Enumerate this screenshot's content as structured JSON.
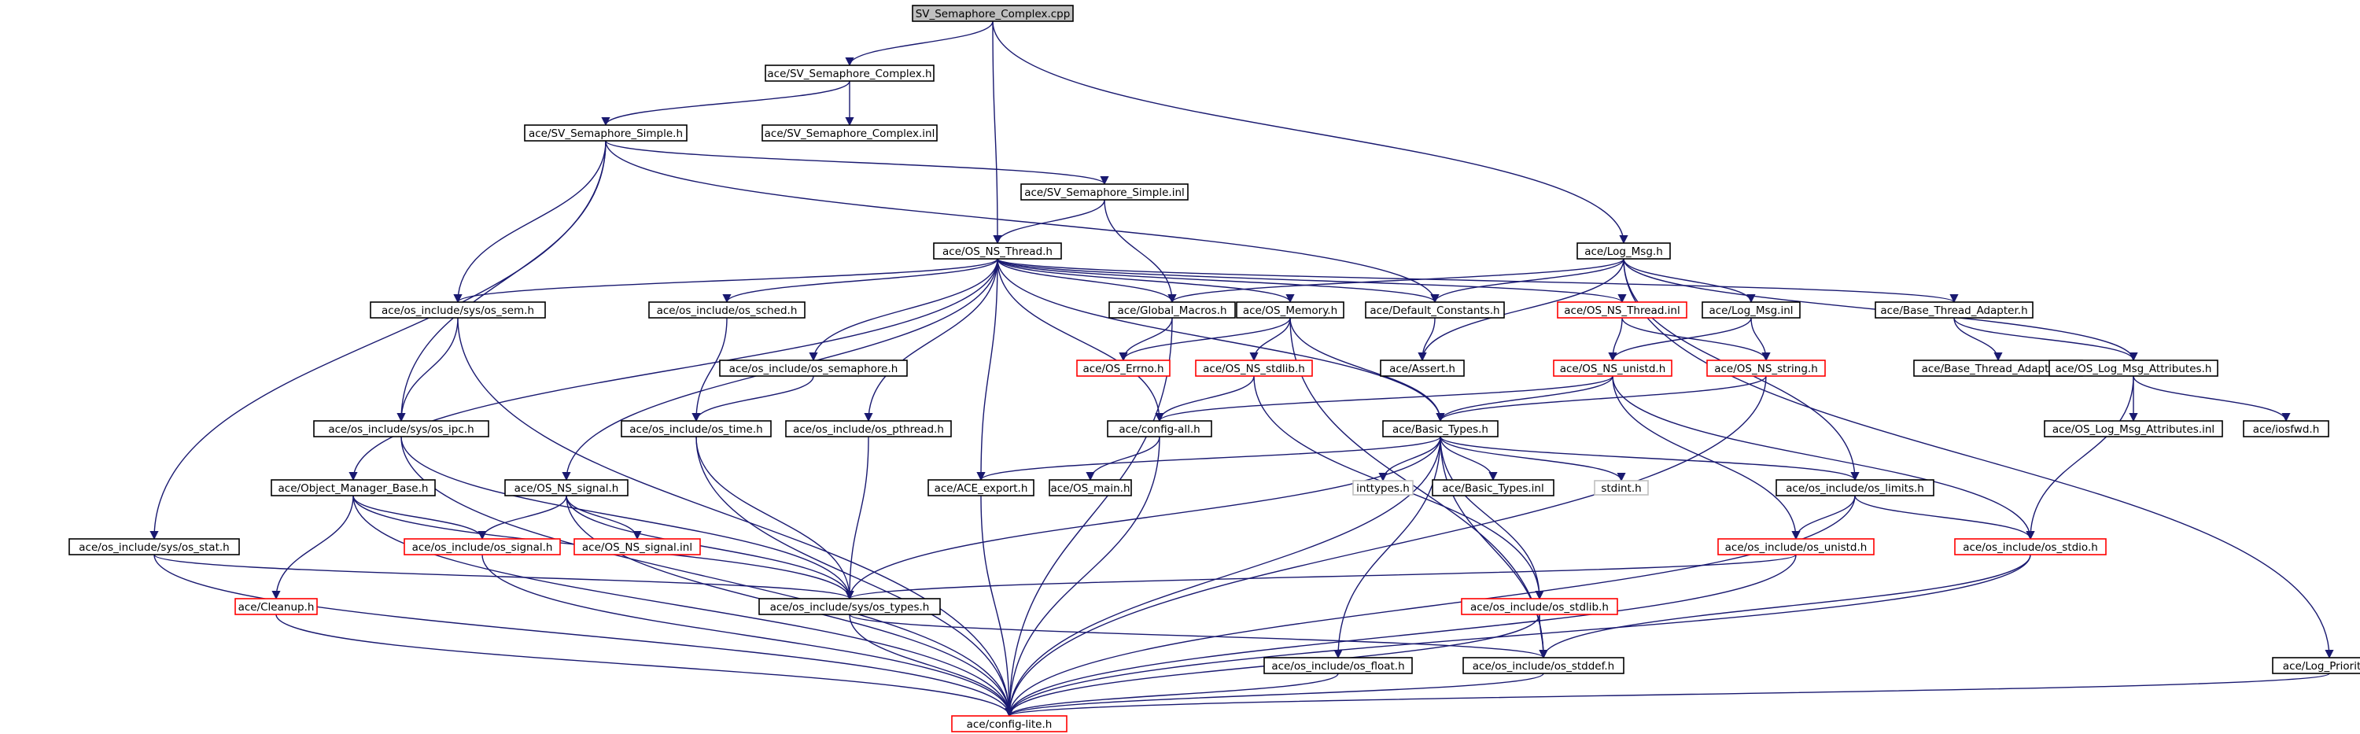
{
  "title": "SV_Semaphore_Complex.cpp",
  "colors": {
    "edge": "#191970",
    "normal_border": "#000000",
    "truncated_border": "#ff0000",
    "external_border": "#bfbfbf",
    "root_fill": "#bfbfbf",
    "node_fill": "#ffffff"
  },
  "nodes": [
    {
      "id": "root",
      "label": "SV_Semaphore_Complex.cpp",
      "kind": "root"
    },
    {
      "id": "svc_h",
      "label": "ace/SV_Semaphore_Complex.h",
      "kind": "normal"
    },
    {
      "id": "svc_inl",
      "label": "ace/SV_Semaphore_Complex.inl",
      "kind": "normal"
    },
    {
      "id": "svs_h",
      "label": "ace/SV_Semaphore_Simple.h",
      "kind": "normal"
    },
    {
      "id": "svs_inl",
      "label": "ace/SV_Semaphore_Simple.inl",
      "kind": "normal"
    },
    {
      "id": "osnsthread_h",
      "label": "ace/OS_NS_Thread.h",
      "kind": "normal"
    },
    {
      "id": "logmsg_h",
      "label": "ace/Log_Msg.h",
      "kind": "normal"
    },
    {
      "id": "os_sem",
      "label": "ace/os_include/sys/os_sem.h",
      "kind": "normal"
    },
    {
      "id": "os_sched",
      "label": "ace/os_include/os_sched.h",
      "kind": "normal"
    },
    {
      "id": "global_macros",
      "label": "ace/Global_Macros.h",
      "kind": "normal"
    },
    {
      "id": "os_memory",
      "label": "ace/OS_Memory.h",
      "kind": "normal"
    },
    {
      "id": "default_constants",
      "label": "ace/Default_Constants.h",
      "kind": "normal"
    },
    {
      "id": "osnsthread_inl",
      "label": "ace/OS_NS_Thread.inl",
      "kind": "truncated"
    },
    {
      "id": "logmsg_inl",
      "label": "ace/Log_Msg.inl",
      "kind": "normal"
    },
    {
      "id": "base_thread_adapter",
      "label": "ace/Base_Thread_Adapter.h",
      "kind": "normal"
    },
    {
      "id": "os_semaphore",
      "label": "ace/os_include/os_semaphore.h",
      "kind": "normal"
    },
    {
      "id": "os_errno",
      "label": "ace/OS_Errno.h",
      "kind": "truncated"
    },
    {
      "id": "os_ns_stdlib",
      "label": "ace/OS_NS_stdlib.h",
      "kind": "truncated"
    },
    {
      "id": "assert_h",
      "label": "ace/Assert.h",
      "kind": "normal"
    },
    {
      "id": "os_ns_unistd",
      "label": "ace/OS_NS_unistd.h",
      "kind": "truncated"
    },
    {
      "id": "os_ns_string",
      "label": "ace/OS_NS_string.h",
      "kind": "truncated"
    },
    {
      "id": "base_thread_adapter_inl",
      "label": "ace/Base_Thread_Adapter.inl",
      "kind": "normal"
    },
    {
      "id": "os_log_msg_attr",
      "label": "ace/OS_Log_Msg_Attributes.h",
      "kind": "normal"
    },
    {
      "id": "os_ipc",
      "label": "ace/os_include/sys/os_ipc.h",
      "kind": "normal"
    },
    {
      "id": "os_time",
      "label": "ace/os_include/os_time.h",
      "kind": "normal"
    },
    {
      "id": "os_pthread",
      "label": "ace/os_include/os_pthread.h",
      "kind": "normal"
    },
    {
      "id": "config_all",
      "label": "ace/config-all.h",
      "kind": "normal"
    },
    {
      "id": "basic_types",
      "label": "ace/Basic_Types.h",
      "kind": "normal"
    },
    {
      "id": "os_log_msg_attr_inl",
      "label": "ace/OS_Log_Msg_Attributes.inl",
      "kind": "normal"
    },
    {
      "id": "iosfwd",
      "label": "ace/iosfwd.h",
      "kind": "normal"
    },
    {
      "id": "object_manager_base",
      "label": "ace/Object_Manager_Base.h",
      "kind": "normal"
    },
    {
      "id": "os_ns_signal",
      "label": "ace/OS_NS_signal.h",
      "kind": "normal"
    },
    {
      "id": "ace_export",
      "label": "ace/ACE_export.h",
      "kind": "normal"
    },
    {
      "id": "os_main",
      "label": "ace/OS_main.h",
      "kind": "normal"
    },
    {
      "id": "inttypes",
      "label": "inttypes.h",
      "kind": "external"
    },
    {
      "id": "basic_types_inl",
      "label": "ace/Basic_Types.inl",
      "kind": "normal"
    },
    {
      "id": "stdint",
      "label": "stdint.h",
      "kind": "external"
    },
    {
      "id": "os_limits",
      "label": "ace/os_include/os_limits.h",
      "kind": "normal"
    },
    {
      "id": "os_stat",
      "label": "ace/os_include/sys/os_stat.h",
      "kind": "normal"
    },
    {
      "id": "os_signal",
      "label": "ace/os_include/os_signal.h",
      "kind": "truncated"
    },
    {
      "id": "os_ns_signal_inl",
      "label": "ace/OS_NS_signal.inl",
      "kind": "truncated"
    },
    {
      "id": "os_unistd",
      "label": "ace/os_include/os_unistd.h",
      "kind": "truncated"
    },
    {
      "id": "os_stdio",
      "label": "ace/os_include/os_stdio.h",
      "kind": "truncated"
    },
    {
      "id": "cleanup",
      "label": "ace/Cleanup.h",
      "kind": "truncated"
    },
    {
      "id": "os_types",
      "label": "ace/os_include/sys/os_types.h",
      "kind": "normal"
    },
    {
      "id": "os_stdlib",
      "label": "ace/os_include/os_stdlib.h",
      "kind": "truncated"
    },
    {
      "id": "os_float",
      "label": "ace/os_include/os_float.h",
      "kind": "normal"
    },
    {
      "id": "os_stddef",
      "label": "ace/os_include/os_stddef.h",
      "kind": "normal"
    },
    {
      "id": "log_priority",
      "label": "ace/Log_Priority.h",
      "kind": "normal"
    },
    {
      "id": "config_lite",
      "label": "ace/config-lite.h",
      "kind": "truncated"
    }
  ],
  "edges": [
    [
      "root",
      "svc_h"
    ],
    [
      "root",
      "osnsthread_h"
    ],
    [
      "root",
      "logmsg_h"
    ],
    [
      "svc_h",
      "svs_h"
    ],
    [
      "svc_h",
      "svc_inl"
    ],
    [
      "svs_h",
      "svs_inl"
    ],
    [
      "svs_h",
      "os_sem"
    ],
    [
      "svs_h",
      "os_ipc"
    ],
    [
      "svs_h",
      "os_stat"
    ],
    [
      "svs_h",
      "default_constants"
    ],
    [
      "svs_inl",
      "osnsthread_h"
    ],
    [
      "svs_inl",
      "global_macros"
    ],
    [
      "osnsthread_h",
      "os_sem"
    ],
    [
      "osnsthread_h",
      "os_sched"
    ],
    [
      "osnsthread_h",
      "global_macros"
    ],
    [
      "osnsthread_h",
      "os_memory"
    ],
    [
      "osnsthread_h",
      "default_constants"
    ],
    [
      "osnsthread_h",
      "osnsthread_inl"
    ],
    [
      "osnsthread_h",
      "base_thread_adapter"
    ],
    [
      "osnsthread_h",
      "os_semaphore"
    ],
    [
      "osnsthread_h",
      "os_pthread"
    ],
    [
      "osnsthread_h",
      "config_all"
    ],
    [
      "osnsthread_h",
      "basic_types"
    ],
    [
      "osnsthread_h",
      "object_manager_base"
    ],
    [
      "osnsthread_h",
      "os_ns_signal"
    ],
    [
      "osnsthread_h",
      "ace_export"
    ],
    [
      "logmsg_h",
      "global_macros"
    ],
    [
      "logmsg_h",
      "default_constants"
    ],
    [
      "logmsg_h",
      "logmsg_inl"
    ],
    [
      "logmsg_h",
      "assert_h"
    ],
    [
      "logmsg_h",
      "os_log_msg_attr"
    ],
    [
      "logmsg_h",
      "os_limits"
    ],
    [
      "logmsg_h",
      "log_priority"
    ],
    [
      "os_sem",
      "os_ipc"
    ],
    [
      "os_sem",
      "config_lite"
    ],
    [
      "os_sched",
      "os_time"
    ],
    [
      "global_macros",
      "os_errno"
    ],
    [
      "global_macros",
      "config_lite"
    ],
    [
      "os_memory",
      "os_errno"
    ],
    [
      "os_memory",
      "os_ns_stdlib"
    ],
    [
      "os_memory",
      "basic_types"
    ],
    [
      "os_memory",
      "os_stddef"
    ],
    [
      "default_constants",
      "assert_h"
    ],
    [
      "osnsthread_inl",
      "os_ns_unistd"
    ],
    [
      "osnsthread_inl",
      "os_ns_string"
    ],
    [
      "logmsg_inl",
      "os_ns_unistd"
    ],
    [
      "logmsg_inl",
      "os_ns_string"
    ],
    [
      "base_thread_adapter",
      "base_thread_adapter_inl"
    ],
    [
      "base_thread_adapter",
      "os_log_msg_attr"
    ],
    [
      "os_semaphore",
      "os_time"
    ],
    [
      "os_ns_stdlib",
      "config_all"
    ],
    [
      "os_ns_stdlib",
      "os_stdlib"
    ],
    [
      "os_ns_unistd",
      "config_all"
    ],
    [
      "os_ns_unistd",
      "basic_types"
    ],
    [
      "os_ns_unistd",
      "os_unistd"
    ],
    [
      "os_ns_unistd",
      "os_stdio"
    ],
    [
      "os_ns_string",
      "basic_types"
    ],
    [
      "os_ns_string",
      "config_lite"
    ],
    [
      "os_log_msg_attr",
      "os_log_msg_attr_inl"
    ],
    [
      "os_log_msg_attr",
      "iosfwd"
    ],
    [
      "os_log_msg_attr",
      "os_stdio"
    ],
    [
      "os_ipc",
      "os_types"
    ],
    [
      "os_ipc",
      "config_lite"
    ],
    [
      "os_time",
      "os_types"
    ],
    [
      "os_time",
      "config_lite"
    ],
    [
      "os_pthread",
      "os_types"
    ],
    [
      "config_all",
      "os_main"
    ],
    [
      "config_all",
      "config_lite"
    ],
    [
      "basic_types",
      "ace_export"
    ],
    [
      "basic_types",
      "inttypes"
    ],
    [
      "basic_types",
      "basic_types_inl"
    ],
    [
      "basic_types",
      "stdint"
    ],
    [
      "basic_types",
      "os_limits"
    ],
    [
      "basic_types",
      "os_types"
    ],
    [
      "basic_types",
      "os_float"
    ],
    [
      "basic_types",
      "os_stdlib"
    ],
    [
      "basic_types",
      "os_stddef"
    ],
    [
      "basic_types",
      "config_lite"
    ],
    [
      "object_manager_base",
      "os_signal"
    ],
    [
      "object_manager_base",
      "cleanup"
    ],
    [
      "object_manager_base",
      "os_types"
    ],
    [
      "object_manager_base",
      "config_lite"
    ],
    [
      "os_ns_signal",
      "os_signal"
    ],
    [
      "os_ns_signal",
      "os_ns_signal_inl"
    ],
    [
      "os_ns_signal",
      "os_types"
    ],
    [
      "os_ns_signal",
      "config_lite"
    ],
    [
      "ace_export",
      "config_lite"
    ],
    [
      "os_limits",
      "os_unistd"
    ],
    [
      "os_limits",
      "os_stdio"
    ],
    [
      "os_limits",
      "config_lite"
    ],
    [
      "os_stat",
      "os_types"
    ],
    [
      "os_stat",
      "config_lite"
    ],
    [
      "os_signal",
      "config_lite"
    ],
    [
      "os_unistd",
      "os_types"
    ],
    [
      "os_unistd",
      "config_lite"
    ],
    [
      "os_stdio",
      "os_stddef"
    ],
    [
      "os_stdio",
      "config_lite"
    ],
    [
      "cleanup",
      "config_lite"
    ],
    [
      "os_types",
      "os_stddef"
    ],
    [
      "os_types",
      "config_lite"
    ],
    [
      "os_stdlib",
      "os_stddef"
    ],
    [
      "os_stdlib",
      "config_lite"
    ],
    [
      "os_float",
      "config_lite"
    ],
    [
      "os_stddef",
      "config_lite"
    ],
    [
      "log_priority",
      "config_lite"
    ]
  ]
}
